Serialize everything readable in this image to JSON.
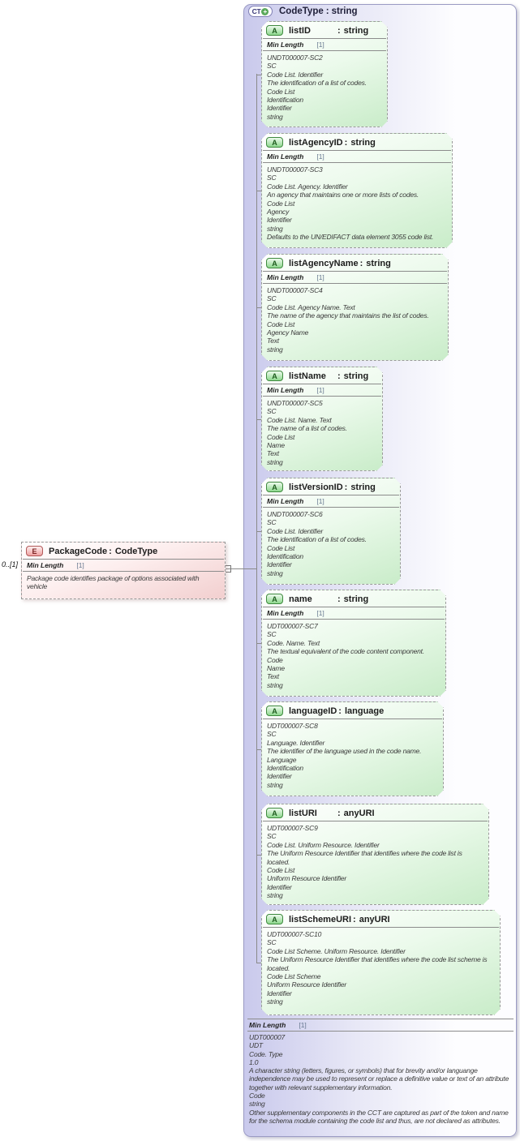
{
  "labels": {
    "colon": ":"
  },
  "colors": {
    "ct_border": "#9b9bc4",
    "ct_fill": "#c9c9ec",
    "attr_green": "#c9ecc9",
    "element_pink": "#f2cfcf",
    "line_gray": "#8a8a8a"
  },
  "element": {
    "icon": "E",
    "name": "PackageCode",
    "type": "CodeType",
    "cardinality": "0..[1]",
    "facet": {
      "name": "Min Length",
      "value": "[1]"
    },
    "annotation": [
      "Package code identifies package of options associated with vehicle"
    ]
  },
  "complex_type": {
    "icon": "CT",
    "icon_plus": "+",
    "name": "CodeType",
    "type": "string",
    "facet": {
      "name": "Min Length",
      "value": "[1]"
    },
    "annotation": [
      "UDT000007",
      "UDT",
      "Code. Type",
      "1.0",
      "A character string (letters, figures, or symbols) that for brevity and/or languange independence may be used to represent or replace a definitive value or text of an attribute together with relevant supplementary information.",
      "Code",
      "string",
      "Other supplementary components in the CCT are captured as part of the token and name for the schema module containing the code list and thus, are not declared as attributes."
    ],
    "attributes": [
      {
        "icon": "A",
        "name": "listID",
        "type": "string",
        "facet": {
          "name": "Min Length",
          "value": "[1]"
        },
        "annotation": [
          "UNDT000007-SC2",
          "SC",
          "Code List. Identifier",
          "The identification of a list of codes.",
          "Code List",
          "Identification",
          "Identifier",
          "string"
        ]
      },
      {
        "icon": "A",
        "name": "listAgencyID",
        "type": "string",
        "facet": {
          "name": "Min Length",
          "value": "[1]"
        },
        "annotation": [
          "UNDT000007-SC3",
          "SC",
          "Code List. Agency. Identifier",
          "An agency that maintains one or more lists of codes.",
          "Code List",
          "Agency",
          "Identifier",
          "string",
          "Defaults to the UN/EDIFACT data element 3055 code list."
        ]
      },
      {
        "icon": "A",
        "name": "listAgencyName",
        "type": "string",
        "facet": {
          "name": "Min Length",
          "value": "[1]"
        },
        "annotation": [
          "UNDT000007-SC4",
          "SC",
          "Code List. Agency Name. Text",
          "The name of the agency that maintains the list of codes.",
          "Code List",
          "Agency Name",
          "Text",
          "string"
        ]
      },
      {
        "icon": "A",
        "name": "listName",
        "type": "string",
        "facet": {
          "name": "Min Length",
          "value": "[1]"
        },
        "annotation": [
          "UNDT000007-SC5",
          "SC",
          "Code List. Name. Text",
          "The name of a list of codes.",
          "Code List",
          "Name",
          "Text",
          "string"
        ]
      },
      {
        "icon": "A",
        "name": "listVersionID",
        "type": "string",
        "facet": {
          "name": "Min Length",
          "value": "[1]"
        },
        "annotation": [
          "UNDT000007-SC6",
          "SC",
          "Code List. Identifier",
          "The identification of a list of codes.",
          "Code List",
          "Identification",
          "Identifier",
          "string"
        ]
      },
      {
        "icon": "A",
        "name": "name",
        "type": "string",
        "facet": {
          "name": "Min Length",
          "value": "[1]"
        },
        "annotation": [
          "UDT000007-SC7",
          "SC",
          "Code. Name. Text",
          "The textual equivalent of the code content component.",
          "Code",
          "Name",
          "Text",
          "string"
        ]
      },
      {
        "icon": "A",
        "name": "languageID",
        "type": "language",
        "annotation": [
          "UDT000007-SC8",
          "SC",
          "Language. Identifier",
          "The identifier of the language used in the code name.",
          "Language",
          "Identification",
          "Identifier",
          "string"
        ]
      },
      {
        "icon": "A",
        "name": "listURI",
        "type": "anyURI",
        "annotation": [
          "UDT000007-SC9",
          "SC",
          "Code List. Uniform Resource. Identifier",
          "The Uniform Resource Identifier that identifies where the code list is located.",
          "Code List",
          "Uniform Resource Identifier",
          "Identifier",
          "string"
        ]
      },
      {
        "icon": "A",
        "name": "listSchemeURI",
        "type": "anyURI",
        "annotation": [
          "UDT000007-SC10",
          "SC",
          "Code List Scheme. Uniform Resource. Identifier",
          "The Uniform Resource Identifier that identifies where the code list scheme is located.",
          "Code List Scheme",
          "Uniform Resource Identifier",
          "Identifier",
          "string"
        ]
      }
    ]
  }
}
